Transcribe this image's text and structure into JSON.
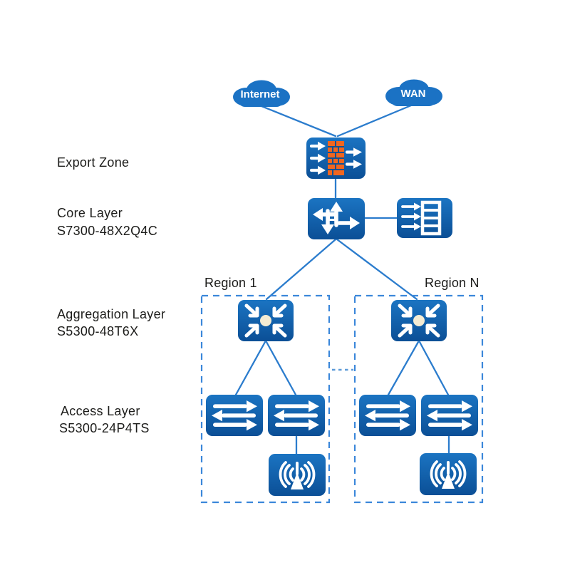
{
  "clouds": {
    "internet": {
      "label": "Internet"
    },
    "wan": {
      "label": "WAN"
    }
  },
  "layer_labels": {
    "export_zone": "Export Zone",
    "core_layer": "Core Layer",
    "core_model": "S7300-48X2Q4C",
    "aggregation_layer": "Aggregation Layer",
    "aggregation_model": "S5300-48T6X",
    "access_layer": "Access Layer",
    "access_model": "S5300-24P4TS"
  },
  "regions": {
    "region_1": {
      "label": "Region 1"
    },
    "region_n": {
      "label": "Region N"
    }
  },
  "icons": {
    "internet_cloud": "cloud-icon",
    "wan_cloud": "cloud-icon",
    "firewall": "firewall-icon",
    "core_switch": "core-router-icon",
    "server": "server-stack-icon",
    "aggregation_switch": "inward-arrows-switch-icon",
    "access_switch": "lan-switch-icon",
    "wireless_ap": "wireless-ap-icon"
  },
  "colors": {
    "device_blue_light": "#1b74c2",
    "device_blue_dark": "#0b4f96",
    "cloud_blue": "#1b72c4",
    "link_blue": "#2b7ccd",
    "dashed_border_blue": "#3b87da",
    "firewall_brick_orange": "#f1661f",
    "firewall_mortar_blue": "#13508f",
    "aggregation_center_dot": "#f5ecd3",
    "text_dark": "#1c1c1a",
    "background": "#ffffff"
  }
}
